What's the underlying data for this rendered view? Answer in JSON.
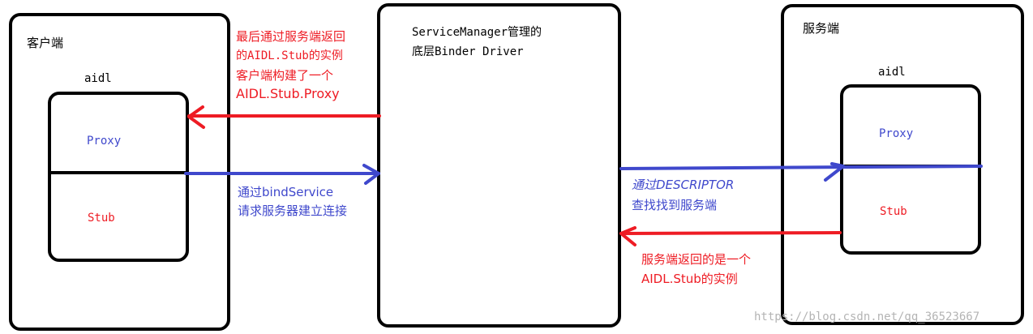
{
  "client": {
    "title": "客户端",
    "aidl_label": "aidl",
    "proxy_label": "Proxy",
    "stub_label": "Stub"
  },
  "binder": {
    "title_line1": "ServiceManager管理的",
    "title_line2": "底层Binder Driver"
  },
  "server": {
    "title": "服务端",
    "aidl_label": "aidl",
    "proxy_label": "Proxy",
    "stub_label": "Stub"
  },
  "annotations": {
    "return_to_client": {
      "line1": "最后通过服务端返回",
      "line2": "的AIDL.Stub的实例",
      "line3": "客户端构建了一个",
      "line4": "AIDL.Stub.Proxy"
    },
    "bind_service": {
      "line1": "通过bindService",
      "line2": "请求服务器建立连接"
    },
    "descriptor": {
      "line1": "通过DESCRIPTOR",
      "line2": "查找找到服务端"
    },
    "server_return": {
      "line1": "服务端返回的是一个",
      "line2": "AIDL.Stub的实例"
    }
  },
  "watermark": "https://blog.csdn.net/qq_36523667",
  "colors": {
    "red": "#ee1c24",
    "blue": "#3f48cc",
    "label_blue": "#3f48cc",
    "label_red": "#ee1c24",
    "watermark": "#b4b4b4"
  }
}
